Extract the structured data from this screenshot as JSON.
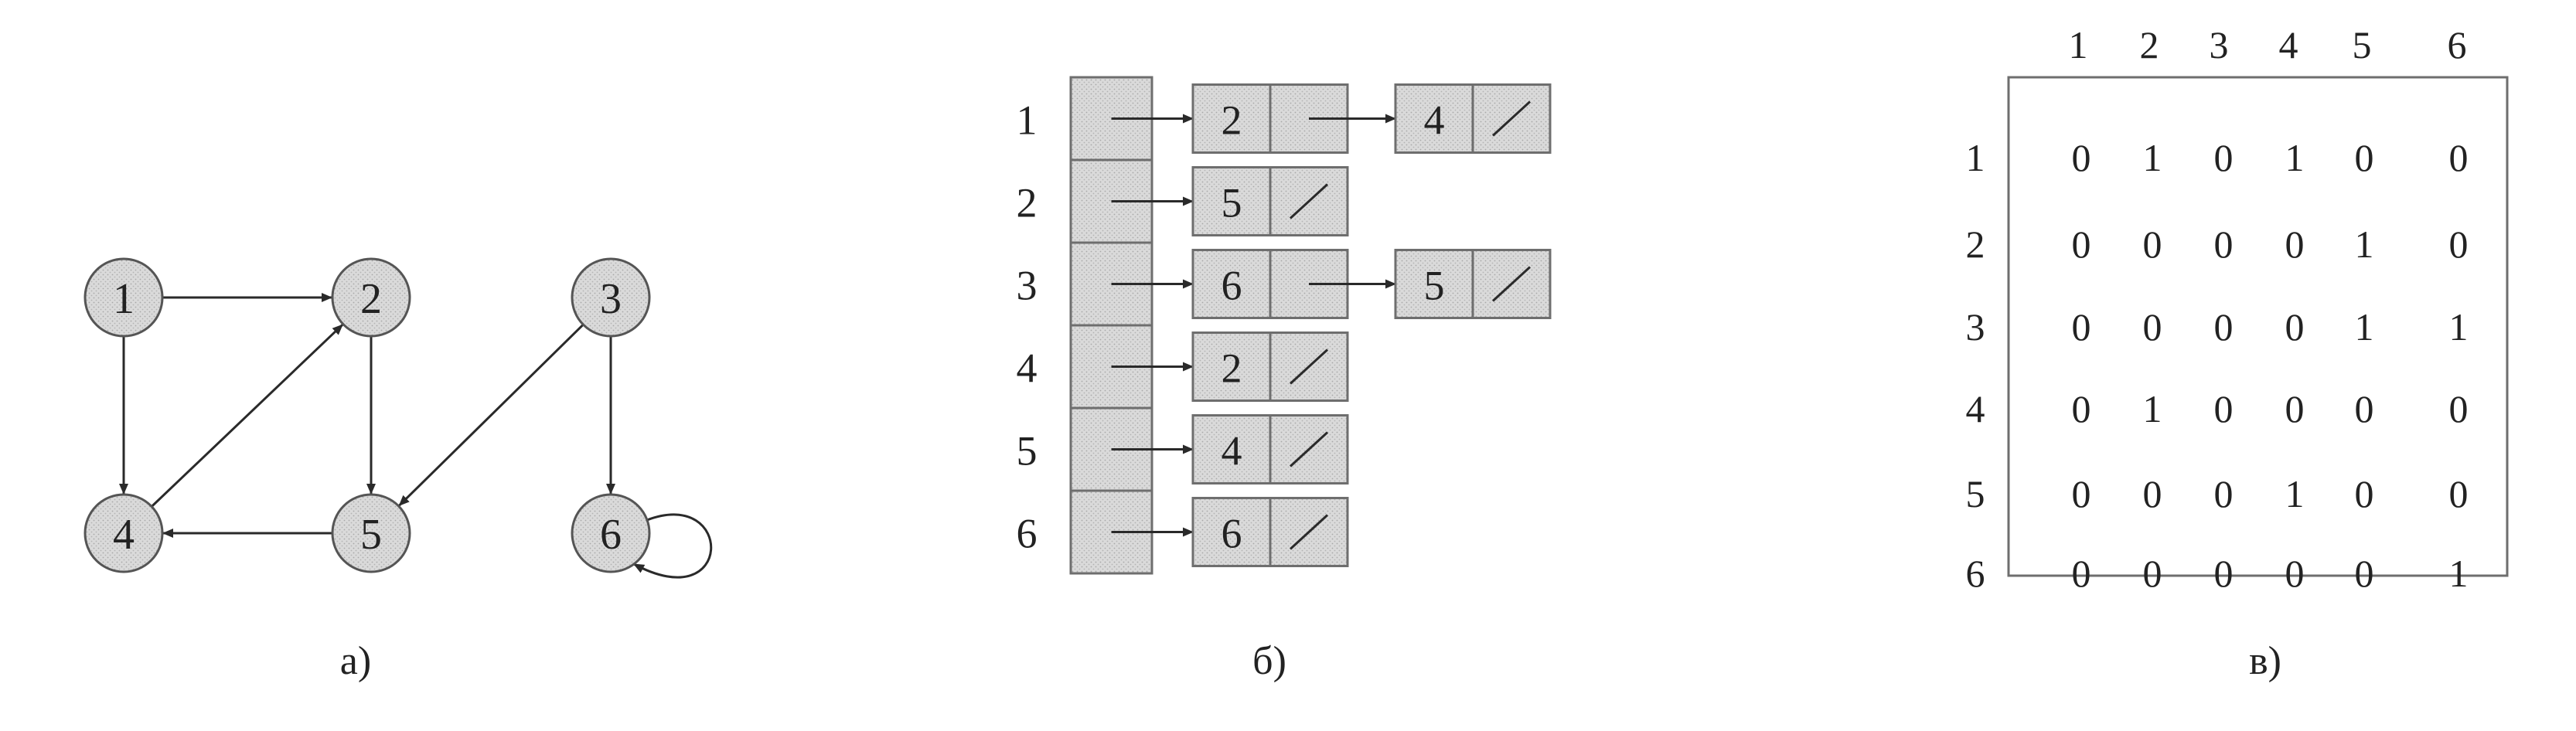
{
  "panels": {
    "graph": {
      "caption": "а)",
      "vertices": [
        "1",
        "2",
        "3",
        "4",
        "5",
        "6"
      ],
      "edges": [
        {
          "from": "1",
          "to": "2"
        },
        {
          "from": "1",
          "to": "4"
        },
        {
          "from": "2",
          "to": "5"
        },
        {
          "from": "4",
          "to": "2"
        },
        {
          "from": "5",
          "to": "4"
        },
        {
          "from": "3",
          "to": "5"
        },
        {
          "from": "3",
          "to": "6"
        },
        {
          "from": "6",
          "to": "6"
        }
      ]
    },
    "adjacency_list": {
      "caption": "б)",
      "rows": [
        {
          "label": "1",
          "items": [
            "2",
            "4"
          ]
        },
        {
          "label": "2",
          "items": [
            "5"
          ]
        },
        {
          "label": "3",
          "items": [
            "6",
            "5"
          ]
        },
        {
          "label": "4",
          "items": [
            "2"
          ]
        },
        {
          "label": "5",
          "items": [
            "4"
          ]
        },
        {
          "label": "6",
          "items": [
            "6"
          ]
        }
      ]
    },
    "adjacency_matrix": {
      "caption": "в)",
      "column_labels": [
        "1",
        "2",
        "3",
        "4",
        "5",
        "6"
      ],
      "row_labels": [
        "1",
        "2",
        "3",
        "4",
        "5",
        "6"
      ],
      "values": [
        [
          "0",
          "1",
          "0",
          "1",
          "0",
          "0"
        ],
        [
          "0",
          "0",
          "0",
          "0",
          "1",
          "0"
        ],
        [
          "0",
          "0",
          "0",
          "0",
          "1",
          "1"
        ],
        [
          "0",
          "1",
          "0",
          "0",
          "0",
          "0"
        ],
        [
          "0",
          "0",
          "0",
          "1",
          "0",
          "0"
        ],
        [
          "0",
          "0",
          "0",
          "0",
          "0",
          "1"
        ]
      ]
    }
  },
  "colors": {
    "ink": "#2a2a2a",
    "fill": "#d6d6d6",
    "border": "#6e6e6e"
  }
}
